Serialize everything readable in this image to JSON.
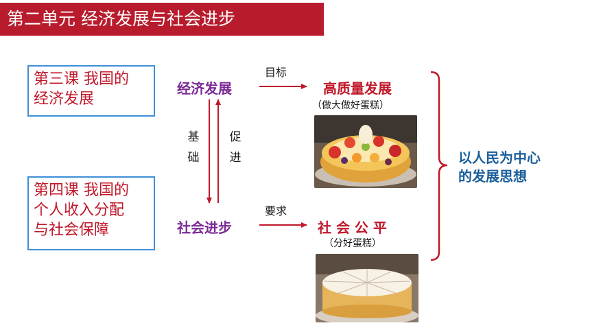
{
  "title": "第二单元  经济发展与社会进步",
  "lessons": [
    {
      "lines": [
        "第三课  我国的",
        "经济发展"
      ]
    },
    {
      "lines": [
        "第四课  我国的",
        "个人收入分配",
        "与社会保障"
      ]
    }
  ],
  "nodes": {
    "economic": "经济发展",
    "social": "社会进步"
  },
  "relations": {
    "basis": [
      "基",
      "础"
    ],
    "promote": [
      "促",
      "进"
    ],
    "goal": "目标",
    "requirement": "要求"
  },
  "targets": {
    "quality": {
      "label": "高质量发展",
      "sub": "（做大做好蛋糕）"
    },
    "fairness": {
      "label": "社 会 公 平",
      "sub": "（分好蛋糕）"
    }
  },
  "center": [
    "以人民为中心",
    "的发展思想"
  ],
  "colors": {
    "banner": "#b81c2c",
    "lesson_text": "#c0182a",
    "lesson_border": "#3d8fd8",
    "node_text": "#7a2a96",
    "target_text": "#c0182a",
    "center_text": "#1a5e9a",
    "arrow": "#c0182a"
  }
}
